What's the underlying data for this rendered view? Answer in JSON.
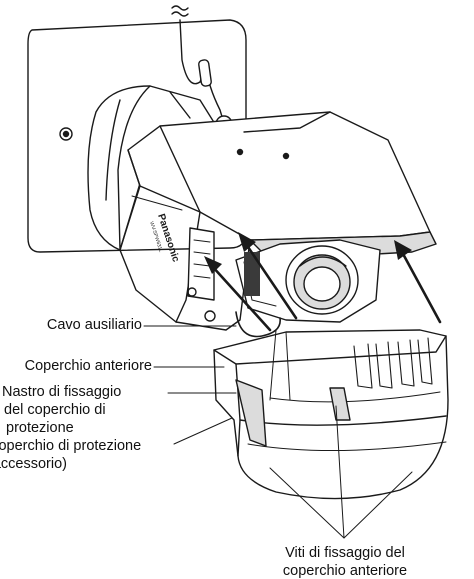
{
  "labels": {
    "aux_cable": "Cavo ausiliario",
    "front_cover": "Coperchio anteriore",
    "tape_line1": "Nastro di fissaggio",
    "tape_line2": "del coperchio di",
    "tape_line3": "protezione",
    "cover_line1": "Coperchio di protezione",
    "cover_line2": "(accessorio)",
    "screws_line1": "Viti di fissaggio del",
    "screws_line2": "coperchio anteriore"
  },
  "camera": {
    "brand_text": "Panasonic",
    "model_text": "WV-SPW631L"
  },
  "colors": {
    "line": "#1a1a1a",
    "fill_light": "#ffffff",
    "fill_shade": "#dcdcdc",
    "fill_dark": "#3a3a3a"
  }
}
